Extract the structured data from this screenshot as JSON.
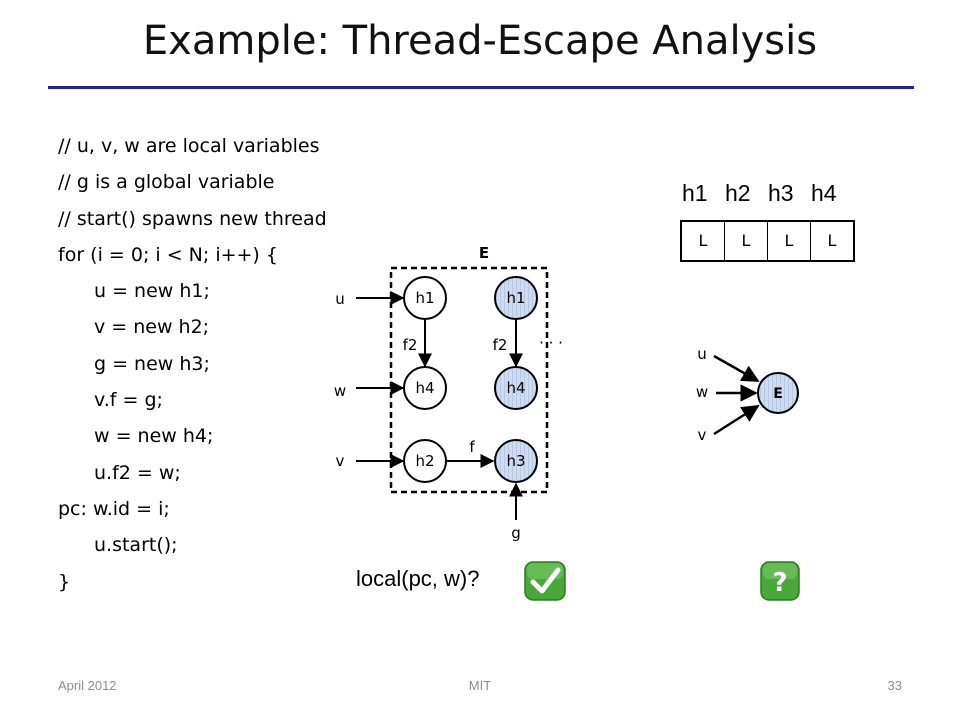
{
  "slide": {
    "title": "Example: Thread-Escape Analysis",
    "code_lines": [
      "// u, v, w are local variables",
      "// g is a global variable",
      "// start() spawns new thread",
      "for (i = 0; i < N; i++) {",
      "u = new h1;",
      "v = new h2;",
      "g = new h3;",
      "v.f = g;",
      "w = new h4;",
      "u.f2 = w;",
      "pc: w.id = i;",
      "u.start();",
      "}"
    ],
    "footer": {
      "date": "April 2012",
      "org": "MIT",
      "page": "33"
    }
  },
  "heap_table": {
    "labels": [
      "h1",
      "h2",
      "h3",
      "h4"
    ],
    "values": [
      "L",
      "L",
      "L",
      "L"
    ]
  },
  "graph": {
    "escape_label": "E",
    "var_u": "u",
    "var_w": "w",
    "var_v": "v",
    "var_g": "g",
    "node_h1": "h1",
    "node_h4": "h4",
    "node_h2": "h2",
    "node_h1_escaped": "h1",
    "node_h4_escaped": "h4",
    "node_h3_escaped": "h3",
    "edge_f2_left": "f2",
    "edge_f2_right": "f2",
    "edge_f": "f",
    "ellipsis": "· · ·"
  },
  "summary_graph": {
    "node": "E",
    "vars": [
      "u",
      "w",
      "v"
    ]
  },
  "query": {
    "text": "local(pc, w)?",
    "answer_icon": "checkmark-icon",
    "unknown_icon": "question-icon",
    "check_color": "#3c9a2c",
    "question_color": "#3c9a2c"
  }
}
